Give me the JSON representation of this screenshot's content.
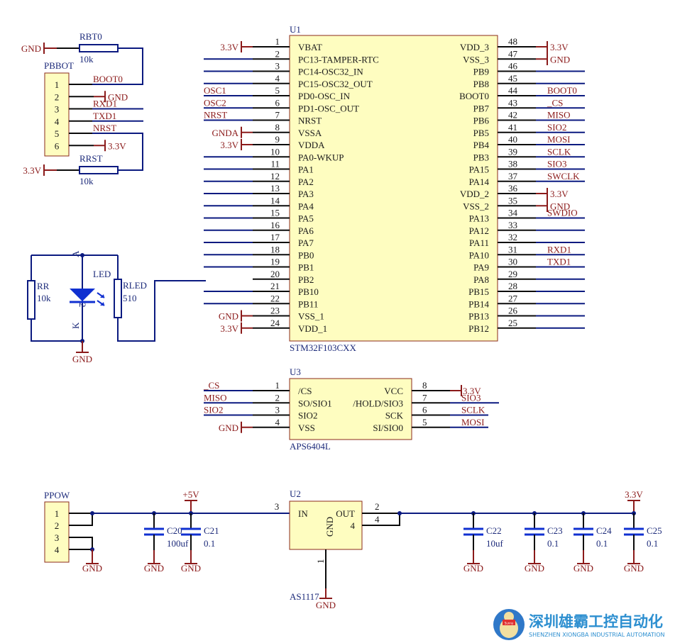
{
  "u1": {
    "ref": "U1",
    "part": "STM32F103CXX",
    "left_pins": [
      {
        "num": "1",
        "name": "VBAT",
        "net": "3.3V",
        "kind": "power"
      },
      {
        "num": "2",
        "name": "PC13-TAMPER-RTC",
        "net": "",
        "kind": "wire"
      },
      {
        "num": "3",
        "name": "PC14-OSC32_IN",
        "net": "",
        "kind": "wire"
      },
      {
        "num": "4",
        "name": "PC15-OSC32_OUT",
        "net": "",
        "kind": "wire"
      },
      {
        "num": "5",
        "name": "PD0-OSC_IN",
        "net": "OSC1",
        "kind": "wire"
      },
      {
        "num": "6",
        "name": "PD1-OSC_OUT",
        "net": "OSC2",
        "kind": "wire"
      },
      {
        "num": "7",
        "name": "NRST",
        "net": "NRST",
        "kind": "wire"
      },
      {
        "num": "8",
        "name": "VSSA",
        "net": "GNDA",
        "kind": "power"
      },
      {
        "num": "9",
        "name": "VDDA",
        "net": "3.3V",
        "kind": "power"
      },
      {
        "num": "10",
        "name": "PA0-WKUP",
        "net": "",
        "kind": "wire"
      },
      {
        "num": "11",
        "name": "PA1",
        "net": "",
        "kind": "wire"
      },
      {
        "num": "12",
        "name": "PA2",
        "net": "",
        "kind": "wire"
      },
      {
        "num": "13",
        "name": "PA3",
        "net": "",
        "kind": "wire"
      },
      {
        "num": "14",
        "name": "PA4",
        "net": "",
        "kind": "wire"
      },
      {
        "num": "15",
        "name": "PA5",
        "net": "",
        "kind": "wire"
      },
      {
        "num": "16",
        "name": "PA6",
        "net": "",
        "kind": "wire"
      },
      {
        "num": "17",
        "name": "PA7",
        "net": "",
        "kind": "wire"
      },
      {
        "num": "18",
        "name": "PB0",
        "net": "",
        "kind": "wire"
      },
      {
        "num": "19",
        "name": "PB1",
        "net": "",
        "kind": "wire"
      },
      {
        "num": "20",
        "name": "PB2",
        "net": "",
        "kind": "led"
      },
      {
        "num": "21",
        "name": "PB10",
        "net": "",
        "kind": "wire"
      },
      {
        "num": "22",
        "name": "PB11",
        "net": "",
        "kind": "wire"
      },
      {
        "num": "23",
        "name": "VSS_1",
        "net": "GND",
        "kind": "power"
      },
      {
        "num": "24",
        "name": "VDD_1",
        "net": "3.3V",
        "kind": "power"
      }
    ],
    "right_pins": [
      {
        "num": "48",
        "name": "VDD_3",
        "net": "3.3V",
        "kind": "power"
      },
      {
        "num": "47",
        "name": "VSS_3",
        "net": "GND",
        "kind": "power"
      },
      {
        "num": "46",
        "name": "PB9",
        "net": "",
        "kind": "wire"
      },
      {
        "num": "45",
        "name": "PB8",
        "net": "",
        "kind": "wire"
      },
      {
        "num": "44",
        "name": "BOOT0",
        "net": "BOOT0",
        "kind": "wire"
      },
      {
        "num": "43",
        "name": "PB7",
        "net": "_CS",
        "kind": "wire"
      },
      {
        "num": "42",
        "name": "PB6",
        "net": "MISO",
        "kind": "wire"
      },
      {
        "num": "41",
        "name": "PB5",
        "net": "SIO2",
        "kind": "wire"
      },
      {
        "num": "40",
        "name": "PB4",
        "net": "MOSI",
        "kind": "wire"
      },
      {
        "num": "39",
        "name": "PB3",
        "net": "SCLK",
        "kind": "wire"
      },
      {
        "num": "38",
        "name": "PA15",
        "net": "SIO3",
        "kind": "wire"
      },
      {
        "num": "37",
        "name": "PA14",
        "net": "SWCLK",
        "kind": "wire"
      },
      {
        "num": "36",
        "name": "VDD_2",
        "net": "3.3V",
        "kind": "power"
      },
      {
        "num": "35",
        "name": "VSS_2",
        "net": "GND",
        "kind": "power"
      },
      {
        "num": "34",
        "name": "PA13",
        "net": "SWDIO",
        "kind": "wire"
      },
      {
        "num": "33",
        "name": "PA12",
        "net": "",
        "kind": "wire"
      },
      {
        "num": "32",
        "name": "PA11",
        "net": "",
        "kind": "wire"
      },
      {
        "num": "31",
        "name": "PA10",
        "net": "RXD1",
        "kind": "wire"
      },
      {
        "num": "30",
        "name": "PA9",
        "net": "TXD1",
        "kind": "wire"
      },
      {
        "num": "29",
        "name": "PA8",
        "net": "",
        "kind": "wire"
      },
      {
        "num": "28",
        "name": "PB15",
        "net": "",
        "kind": "wire"
      },
      {
        "num": "27",
        "name": "PB14",
        "net": "",
        "kind": "wire"
      },
      {
        "num": "26",
        "name": "PB13",
        "net": "",
        "kind": "wire"
      },
      {
        "num": "25",
        "name": "PB12",
        "net": "",
        "kind": "wire"
      }
    ]
  },
  "pbbot": {
    "ref": "PBBOT",
    "pins": [
      "1",
      "2",
      "3",
      "4",
      "5",
      "6"
    ],
    "nets": [
      "BOOT0",
      "GND",
      "RXD1",
      "TXD1",
      "NRST",
      "3.3V"
    ],
    "rbt0": {
      "ref": "RBT0",
      "value": "10k",
      "net": "GND"
    },
    "rrst": {
      "ref": "RRST",
      "value": "10k",
      "net": "3.3V"
    }
  },
  "led_circuit": {
    "rr": {
      "ref": "RR",
      "value": "10k"
    },
    "led": {
      "ref": "LED",
      "anode": "A",
      "cathode": "K",
      "pin": "2"
    },
    "rled": {
      "ref": "RLED",
      "value": "510"
    },
    "gnd": "GND"
  },
  "u3": {
    "ref": "U3",
    "part": "APS6404L",
    "left_pins": [
      {
        "num": "1",
        "name": "/CS",
        "net": "_CS"
      },
      {
        "num": "2",
        "name": "SO/SIO1",
        "net": "MISO"
      },
      {
        "num": "3",
        "name": "SIO2",
        "net": "SIO2"
      },
      {
        "num": "4",
        "name": "VSS",
        "net": "GND"
      }
    ],
    "right_pins": [
      {
        "num": "8",
        "name": "VCC",
        "net": "3.3V"
      },
      {
        "num": "7",
        "name": "/HOLD/SIO3",
        "net": "SIO3"
      },
      {
        "num": "6",
        "name": "SCK",
        "net": "SCLK"
      },
      {
        "num": "5",
        "name": "SI/SIO0",
        "net": "MOSI"
      }
    ]
  },
  "power": {
    "ppow": {
      "ref": "PPOW",
      "pins": [
        "1",
        "2",
        "3",
        "4"
      ],
      "gnd": "GND"
    },
    "vin_net": "+5V",
    "vout_net": "3.3V",
    "input_caps": [
      {
        "ref": "C20",
        "value": "100uf",
        "gnd": "GND"
      },
      {
        "ref": "C21",
        "value": "0.1",
        "gnd": "GND"
      }
    ],
    "u2": {
      "ref": "U2",
      "part": "AS1117",
      "in": "IN",
      "out": "OUT",
      "gnd_label": "GND",
      "pin_in": "3",
      "pin_out": "2",
      "pin_out2": "4",
      "pin_out2_label": "4",
      "pin_gnd": "1",
      "gnd_net": "GND"
    },
    "output_caps": [
      {
        "ref": "C22",
        "value": "10uf",
        "gnd": "GND"
      },
      {
        "ref": "C23",
        "value": "0.1",
        "gnd": "GND"
      },
      {
        "ref": "C24",
        "value": "0.1",
        "gnd": "GND"
      },
      {
        "ref": "C25",
        "value": "0.1",
        "gnd": "GND"
      }
    ]
  },
  "watermark": {
    "cn": "深圳雄霸工控自动化",
    "en": "SHENZHEN XIONGBA INDUSTRIAL AUTOMATION",
    "mascot_text": "Sunny",
    "brand_color": "#2d8fd0"
  }
}
